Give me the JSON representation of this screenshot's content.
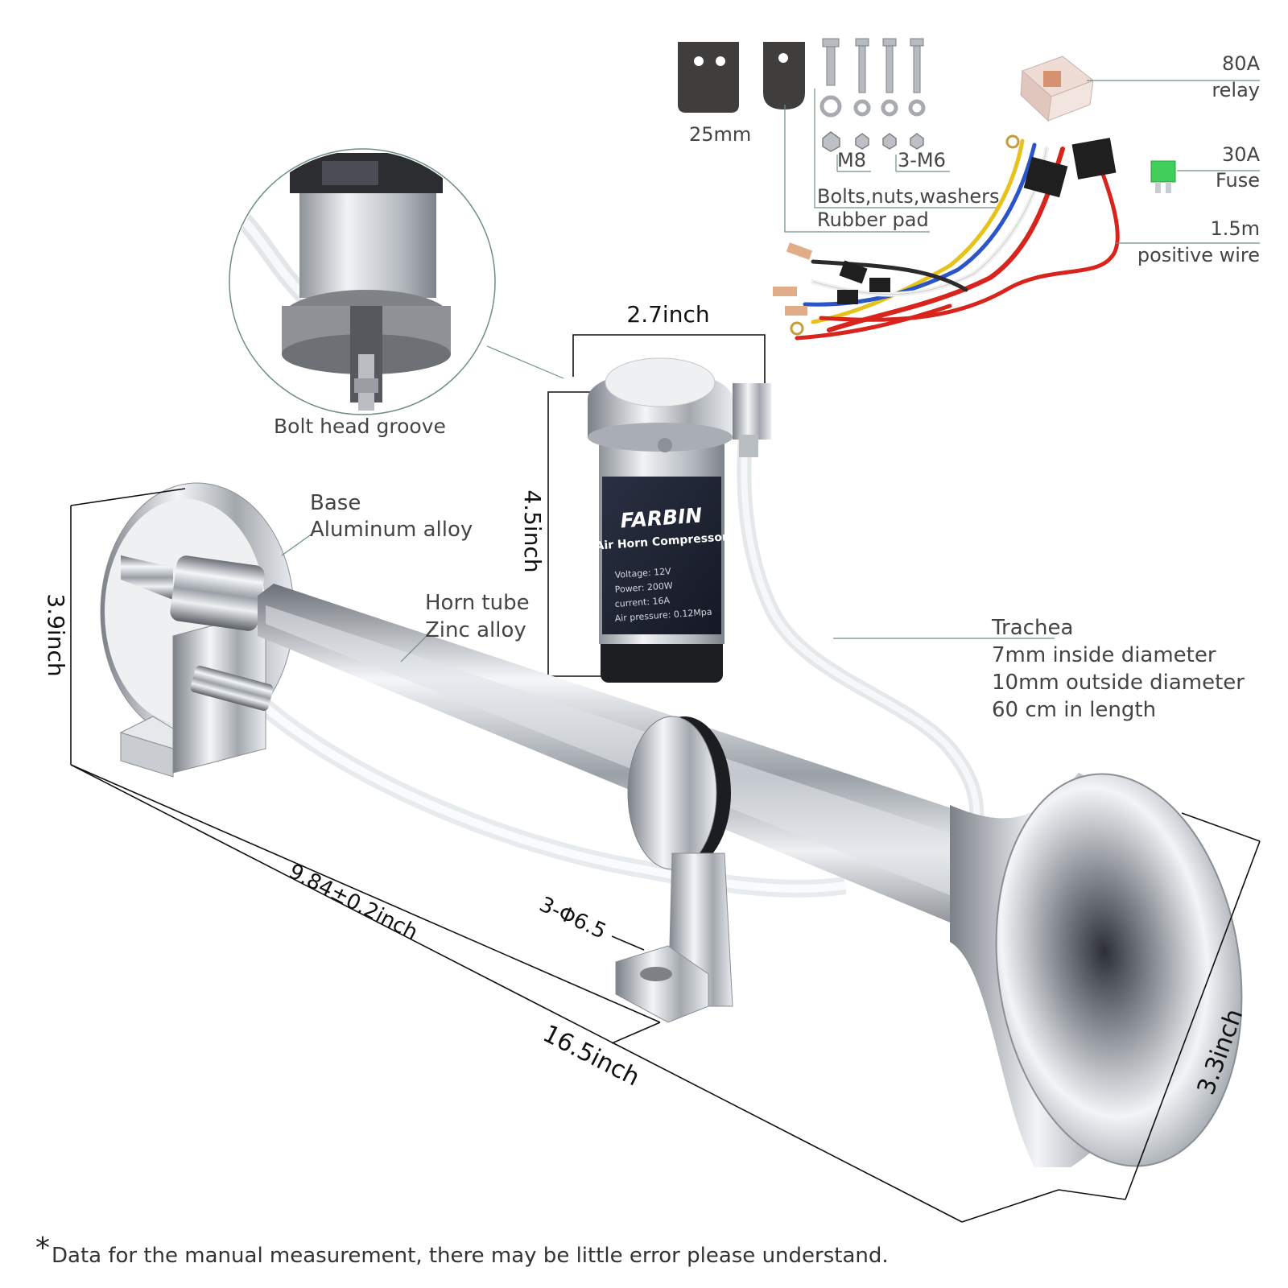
{
  "labels": {
    "bolt_head_groove": "Bolt head groove",
    "base_title": "Base",
    "base_material": "Aluminum alloy",
    "horn_tube_title": "Horn tube",
    "horn_tube_material": "Zinc alloy",
    "trachea_title": "Trachea",
    "trachea_inside": "7mm inside diameter",
    "trachea_outside": "10mm outside diameter",
    "trachea_length": "60 cm in length",
    "pad_size": "25mm",
    "bolt_m8": "M8",
    "bolt_m6": "3-M6",
    "bolts_nuts_washers": "Bolts,nuts,washers",
    "rubber_pad": "Rubber pad",
    "relay_amp": "80A",
    "relay_name": "relay",
    "fuse_amp": "30A",
    "fuse_name": "Fuse",
    "wire_len": "1.5m",
    "wire_name": "positive wire",
    "hole_spec": "3-Φ6.5"
  },
  "dimensions": {
    "compressor_width": "2.7inch",
    "compressor_height": "4.5inch",
    "base_height": "3.9inch",
    "bracket_spacing": "9.84±0.2inch",
    "total_length": "16.5inch",
    "bell_diameter": "3.3inch"
  },
  "compressor": {
    "brand": "FARBIN",
    "product": "Air Horn Compressor",
    "voltage": "Voltage: 12V",
    "power": "Power: 200W",
    "current": "current: 16A",
    "pressure": "Air pressure: 0.12Mpa"
  },
  "footnote": {
    "mark": "*",
    "text": "Data for the manual measurement, there may be little error please understand."
  },
  "colors": {
    "leader": "#6d8f86",
    "chrome_dark": "#5a5f66",
    "chrome_light": "#f4f6f8",
    "label_dark": "#1d2230",
    "wire_red": "#d8241c",
    "wire_yellow": "#e6c21a",
    "wire_blue": "#2a55c9",
    "fuse_green": "#3fcf5a"
  }
}
